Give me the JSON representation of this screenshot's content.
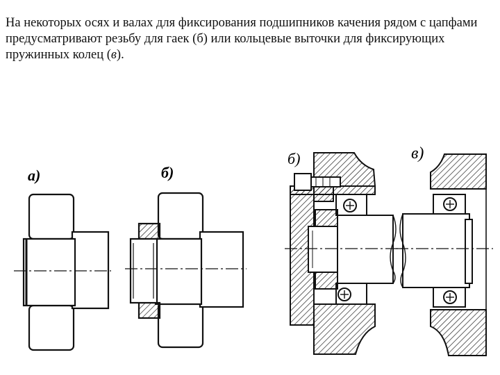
{
  "caption": {
    "text_before": "На некоторых осях и валах для фиксирования подшипников качения рядом с цапфами предусматривают резьбу для гаек (б) или кольцевые выточки для фиксирующих пружинных колец (",
    "italic": "в",
    "text_after": ")."
  },
  "figure": {
    "labels": {
      "a": "а)",
      "b_sketch": "б)",
      "b_assembly": "б)",
      "v_assembly": "в)"
    }
  }
}
